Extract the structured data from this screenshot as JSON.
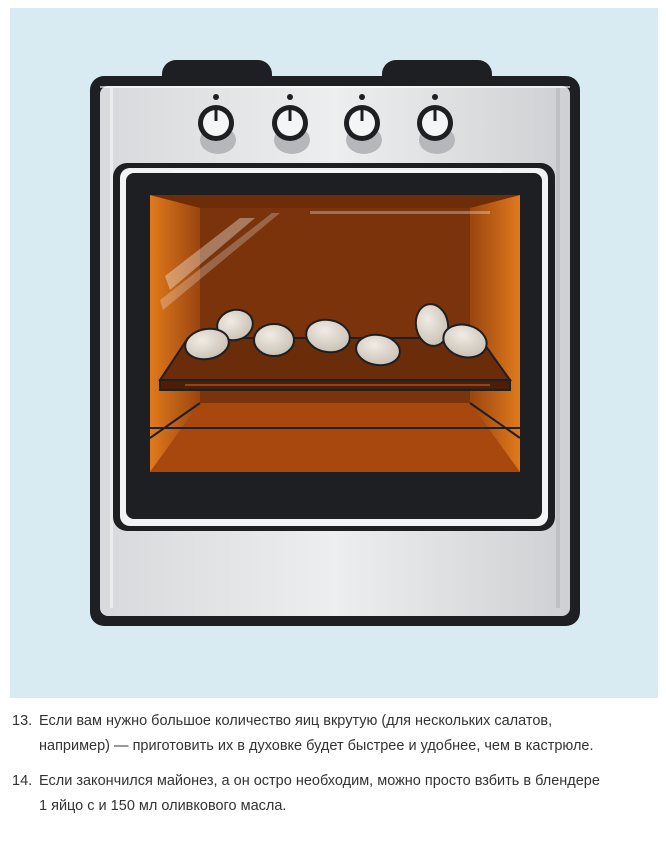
{
  "illustration": {
    "icon": "oven-with-eggs-icon",
    "colors": {
      "background": "#d9ebf2",
      "oven_body": "#e2e3e5",
      "oven_outline": "#1e1f22",
      "window_glow": "#8e3d0e",
      "egg": "#ddd4ca"
    }
  },
  "tips": [
    {
      "number": "13.",
      "lines": [
        "Если вам нужно большое количество яиц вкрутую (для нескольких салатов,",
        "например) — приготовить их в духовке будет быстрее и удобнее, чем в кастрюле."
      ]
    },
    {
      "number": "14.",
      "lines": [
        "Если закончился майонез, а он остро необходим, можно просто взбить в блендере",
        "1 яйцо с и 150 мл оливкового масла."
      ]
    }
  ]
}
